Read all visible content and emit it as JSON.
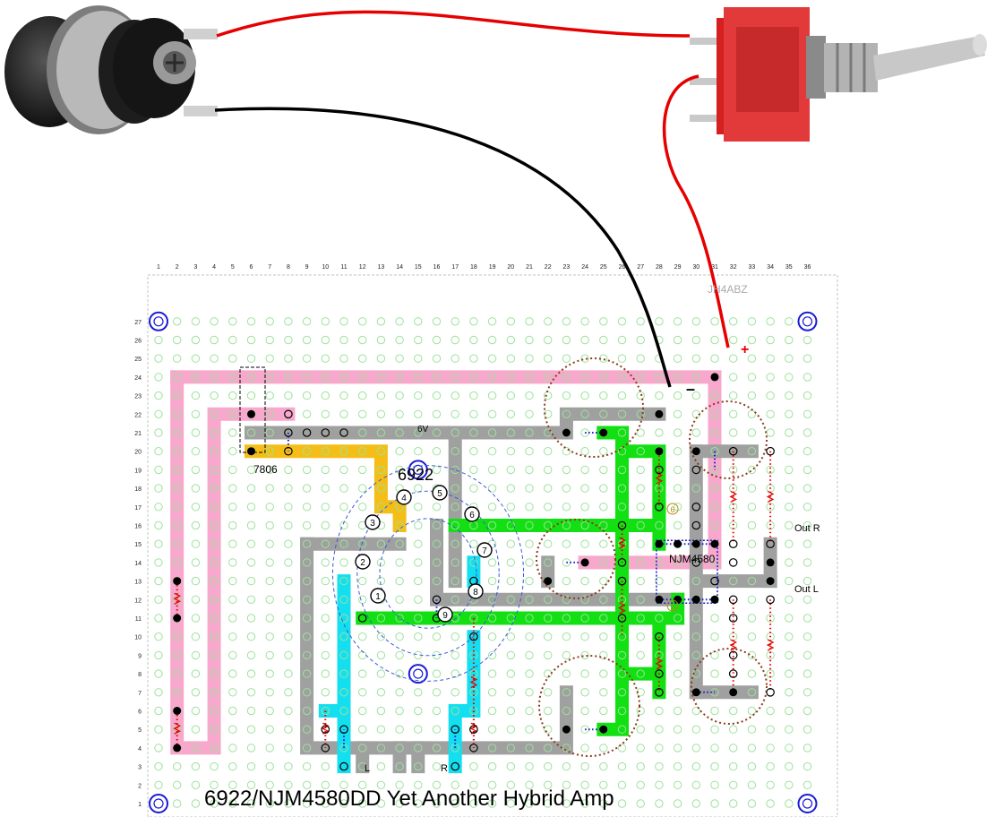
{
  "board": {
    "columns": [
      "1",
      "2",
      "3",
      "4",
      "5",
      "6",
      "7",
      "8",
      "9",
      "10",
      "11",
      "12",
      "13",
      "14",
      "15",
      "16",
      "17",
      "18",
      "19",
      "20",
      "21",
      "22",
      "23",
      "24",
      "25",
      "26",
      "27",
      "28",
      "29",
      "30",
      "31",
      "32",
      "33",
      "34",
      "35",
      "36"
    ],
    "rows": [
      "27",
      "26",
      "25",
      "24",
      "23",
      "22",
      "21",
      "20",
      "19",
      "18",
      "17",
      "16",
      "15",
      "14",
      "13",
      "12",
      "11",
      "10",
      "9",
      "8",
      "7",
      "6",
      "5",
      "4",
      "3",
      "2",
      "1"
    ],
    "hole_color": "#9be29b",
    "mount_hole_color": "#1a1ad6"
  },
  "labels": {
    "author": "JH4ABZ",
    "regulator": "7806",
    "tube": "6922",
    "heater": "6V",
    "opamp": "NJM4580",
    "out_right": "Out  R",
    "out_left": "Out  L",
    "in_left": "L",
    "in_right": "R",
    "plus": "+",
    "minus": "–",
    "title": "6922/NJM4580DD Yet Another Hybrid Amp"
  },
  "tube_pins": [
    "1",
    "2",
    "3",
    "4",
    "5",
    "6",
    "7",
    "8",
    "9"
  ],
  "opamp_pins": [
    "6",
    "1"
  ],
  "colors": {
    "power_trace": "#f7a8cc",
    "ground_trace": "#a0a0a0",
    "heater_trace": "#f5be17",
    "signal_trace": "#12e012",
    "input_trace": "#14dff0",
    "red_wire": "#e60000",
    "black_wire": "#000000",
    "capacitor_outline": "#8b3a1a",
    "resistor": "#e60000",
    "link": "#1a1acc"
  }
}
